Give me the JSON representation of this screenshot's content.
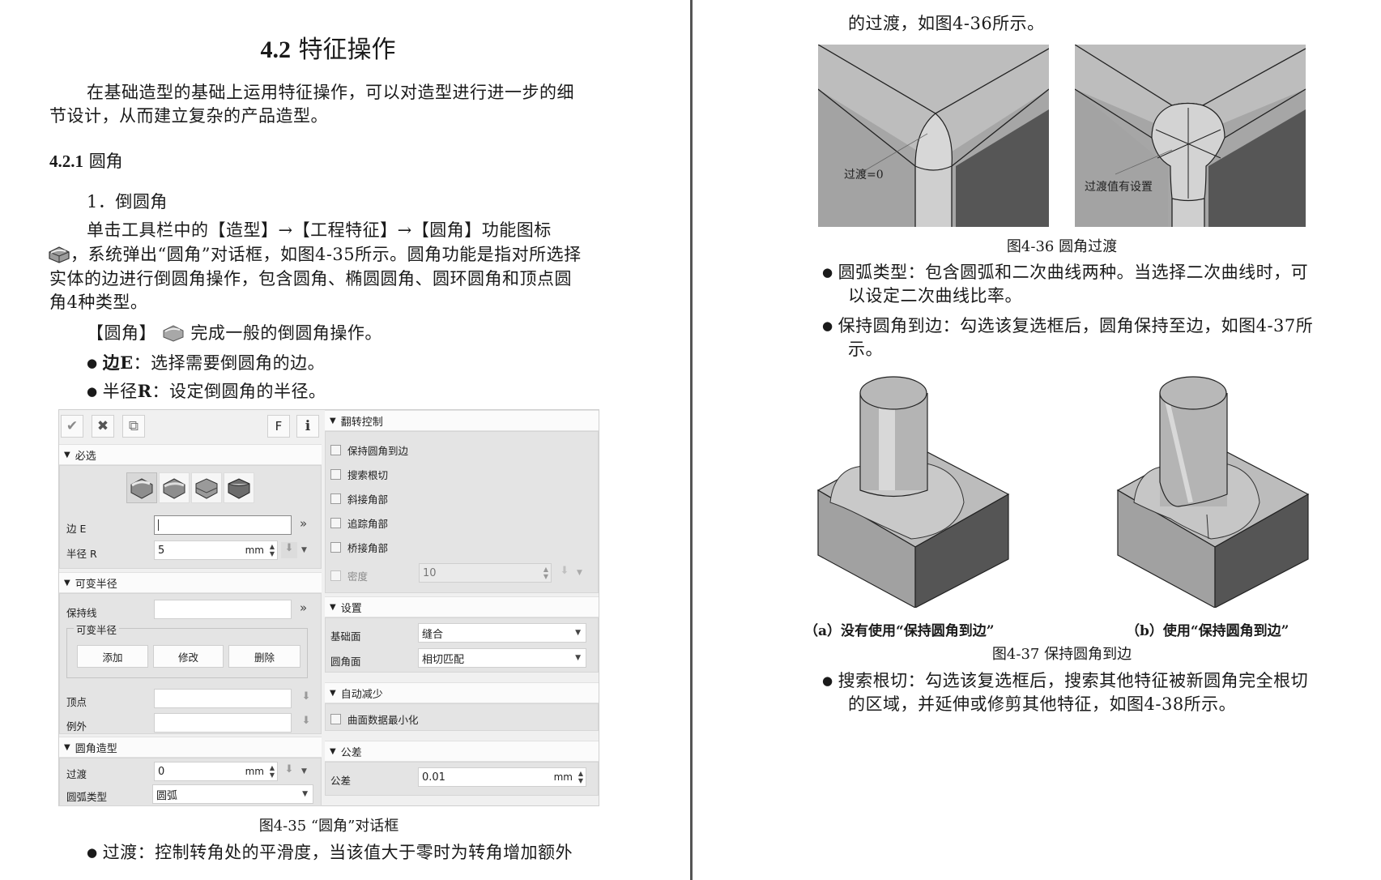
{
  "left_page": {
    "title_num": "4.2",
    "title_text": "特征操作",
    "intro_line1": "在基础造型的基础上运用特征操作，可以对造型进行进一步的细",
    "intro_line2": "节设计，从而建立复杂的产品造型。",
    "section_num": "4.2.1",
    "section_text": "圆角",
    "item_heading": "1．倒圆角",
    "para_line1": "单击工具栏中的【造型】→【工程特征】→【圆角】功能图标",
    "para_line2": "，系统弹出“圆角”对话框，如图4-35所示。圆角功能是指对所选择",
    "para_line3": "实体的边进行倒圆角操作，包含圆角、椭圆圆角、圆环圆角和顶点圆",
    "para_line4": "角4种类型。",
    "fillet_line_prefix": "【圆角】",
    "fillet_line_suffix": "完成一般的倒圆角操作。",
    "bullets": [
      {
        "bold": "边E",
        "prefix": "",
        "text": "：选择需要倒圆角的边。"
      },
      {
        "bold": "R",
        "prefix": "半径",
        "text": "：设定倒圆角的半径。"
      }
    ],
    "figure_caption": "图4-35 “圆角”对话框",
    "bottom_bullet": "过渡：控制转角处的平滑度，当该值大于零时为转角增加额外"
  },
  "dialog": {
    "toolbar": {
      "ok_icon": "✔",
      "cancel_icon": "✖",
      "apply_icon": "⧉",
      "f_label": "F",
      "info_icon": "ℹ"
    },
    "sections": {
      "required": "必选",
      "variable_radius": "可变半径",
      "fillet_shape": "圆角造型",
      "flip_control": "翻转控制",
      "settings": "设置",
      "auto_reduce": "自动减少",
      "tolerance": "公差"
    },
    "required": {
      "edge_label": "边 E",
      "edge_value": "",
      "radius_label": "半径 R",
      "radius_value": "5",
      "radius_unit": "mm"
    },
    "variable_radius": {
      "hold_line_label": "保持线",
      "hold_line_value": "",
      "group_title": "可变半径",
      "add_label": "添加",
      "modify_label": "修改",
      "delete_label": "删除",
      "vertex_label": "顶点",
      "exception_label": "例外"
    },
    "fillet_shape": {
      "transition_label": "过渡",
      "transition_value": "0",
      "transition_unit": "mm",
      "arc_type_label": "圆弧类型",
      "arc_type_value": "圆弧"
    },
    "flip_control": {
      "checkboxes": [
        "保持圆角到边",
        "搜索根切",
        "斜接角部",
        "追踪角部",
        "桥接角部"
      ],
      "density_label": "密度",
      "density_value": "10"
    },
    "settings": {
      "base_face_label": "基础面",
      "base_face_value": "缝合",
      "fillet_face_label": "圆角面",
      "fillet_face_value": "相切匹配"
    },
    "auto_reduce": {
      "checkbox_label": "曲面数据最小化"
    },
    "tolerance": {
      "label": "公差",
      "value": "0.01",
      "unit": "mm"
    }
  },
  "right_page": {
    "top_line": "的过渡，如图4-36所示。",
    "fig36_left_label": "过渡=0",
    "fig36_right_label": "过渡值有设置",
    "fig36_caption": "图4-36 圆角过渡",
    "bullet1_line1": "圆弧类型：包含圆弧和二次曲线两种。当选择二次曲线时，可",
    "bullet1_line2": "以设定二次曲线比率。",
    "bullet2_line1": "保持圆角到边：勾选该复选框后，圆角保持至边，如图4-37所",
    "bullet2_line2": "示。",
    "fig37_sub_a": "（a）没有使用“保持圆角到边”",
    "fig37_sub_b": "（b）使用“保持圆角到边”",
    "fig37_caption": "图4-37 保持圆角到边",
    "bullet3_line1": "搜索根切：勾选该复选框后，搜索其他特征被新圆角完全根切",
    "bullet3_line2": "的区域，并延伸或修剪其他特征，如图4-38所示。"
  }
}
